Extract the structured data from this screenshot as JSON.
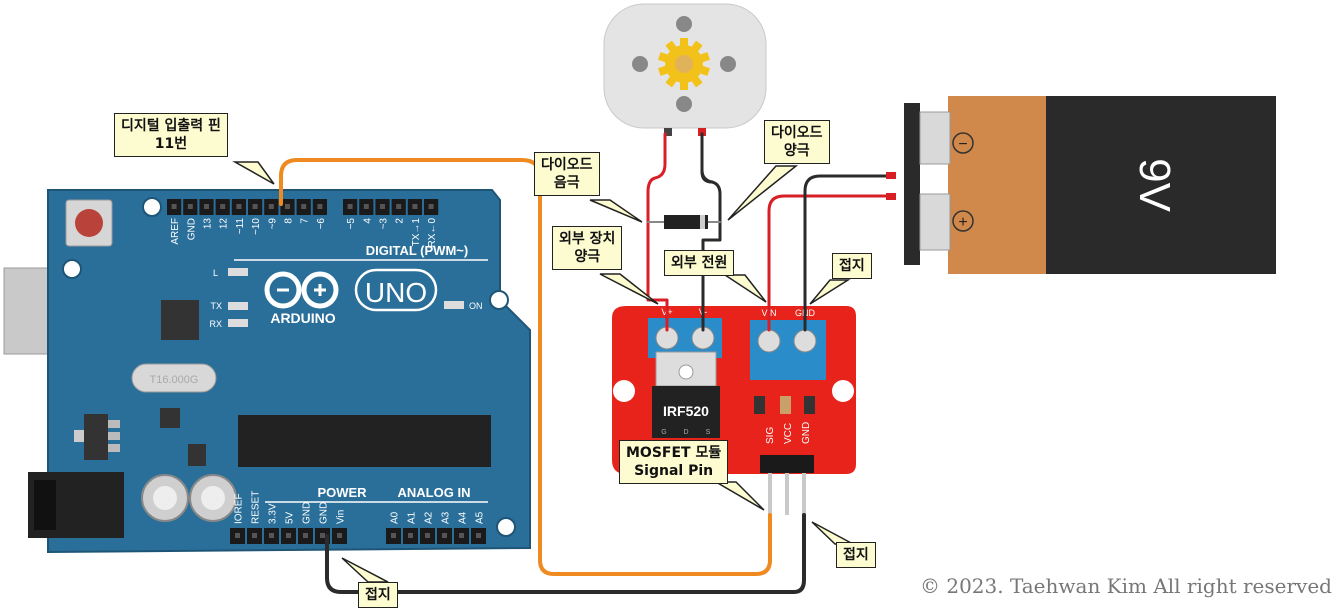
{
  "callouts": {
    "digital_pin_line1": "디지털 입출력 핀",
    "digital_pin_line2": "11번",
    "diode_cathode_line1": "다이오드",
    "diode_cathode_line2": "음극",
    "diode_anode_line1": "다이오드",
    "diode_anode_line2": "양극",
    "device_positive_line1": "외부 장치",
    "device_positive_line2": "양극",
    "external_power": "외부 전원",
    "ground_terminal": "접지",
    "signal_pin_line1": "MOSFET 모듈",
    "signal_pin_line2": "Signal Pin",
    "ground_mosfet_header": "접지",
    "ground_arduino": "접지"
  },
  "arduino": {
    "brand": "ARDUINO",
    "model": "UNO",
    "digital_label": "DIGITAL (PWM~)",
    "power_label": "POWER",
    "analog_label": "ANALOG IN",
    "on_label": "ON",
    "led_l": "L",
    "led_tx": "TX",
    "led_rx": "RX",
    "digital_pins": [
      "AREF",
      "GND",
      "13",
      "12",
      "~11",
      "~10",
      "~9",
      "8",
      "7",
      "~6",
      "~5",
      "4",
      "~3",
      "2",
      "TX→1",
      "RX←0"
    ],
    "power_pins": [
      "IOREF",
      "RESET",
      "3.3V",
      "5V",
      "GND",
      "GND",
      "Vin"
    ],
    "analog_pins": [
      "A0",
      "A1",
      "A2",
      "A3",
      "A4",
      "A5"
    ],
    "crystal_text": "T16.000G"
  },
  "mosfet_module": {
    "chip": "IRF520",
    "chip_pins": [
      "G",
      "D",
      "S"
    ],
    "terminal_left": [
      "V+",
      "V-"
    ],
    "terminal_right": [
      "VIN",
      "GND"
    ],
    "header_pins": [
      "SIG",
      "VCC",
      "GND"
    ]
  },
  "battery": {
    "label": "9V",
    "negative": "−",
    "positive": "+"
  },
  "copyright": "© 2023. Taehwan Kim All right reserved",
  "colors": {
    "board_blue": "#2a6f9a",
    "module_red": "#e8231b",
    "wire_orange": "#ee8a1f",
    "wire_red": "#d81f26",
    "wire_black": "#2b2b2b",
    "battery_copper": "#d0894a",
    "battery_black": "#2a2a2a",
    "callout_fill": "#fdfbd0"
  }
}
